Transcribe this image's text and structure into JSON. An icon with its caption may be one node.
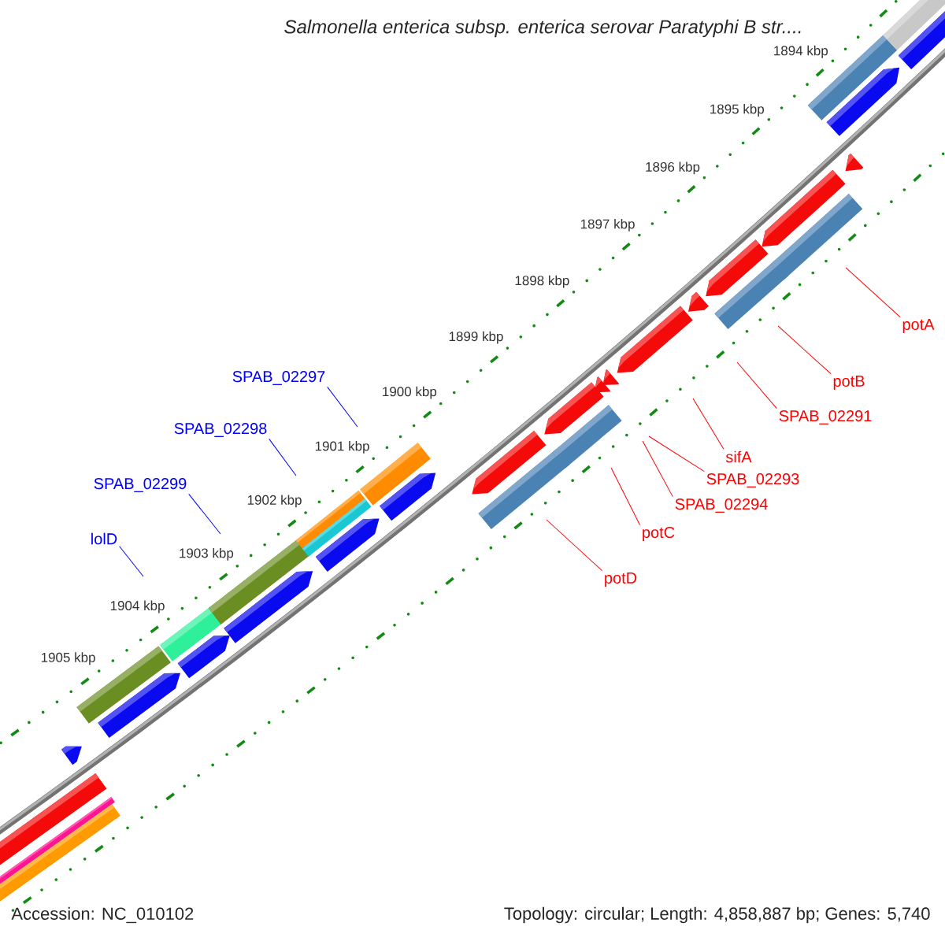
{
  "diagram": {
    "title": "Salmonella enterica subsp. enterica serovar Paratyphi B str....",
    "nodes": [
      {
        "text": [
          "SPAB_02297"
        ]
      },
      {
        "text": [
          "SPAB_02298"
        ]
      },
      {
        "text": [
          "SPAB_02299"
        ]
      },
      {
        "text": [
          "lolD"
        ]
      },
      {
        "text": [
          "potA"
        ]
      },
      {
        "text": [
          "potB"
        ]
      },
      {
        "text": [
          "SPAB_02291"
        ]
      },
      {
        "text": [
          "sifA"
        ]
      },
      {
        "text": [
          "SPAB_02293"
        ]
      },
      {
        "text": [
          "SPAB_02294"
        ]
      },
      {
        "text": [
          "potC"
        ]
      },
      {
        "text": [
          "potD"
        ]
      }
    ],
    "edges": [
      {
        "from": 0,
        "to": null,
        "arrow": "none",
        "color": "#0000ff"
      },
      {
        "from": 1,
        "to": null,
        "arrow": "none",
        "color": "#0000ff"
      },
      {
        "from": 2,
        "to": null,
        "arrow": "none",
        "color": "#0000ff"
      },
      {
        "from": 3,
        "to": null,
        "arrow": "none",
        "color": "#0000ff"
      },
      {
        "from": 4,
        "to": null,
        "arrow": "none"
      },
      {
        "from": 5,
        "to": null,
        "arrow": "none"
      },
      {
        "from": 6,
        "to": null,
        "arrow": "none"
      },
      {
        "from": 7,
        "to": null,
        "arrow": "none"
      },
      {
        "from": 8,
        "to": null,
        "arrow": "none"
      },
      {
        "from": 9,
        "to": null,
        "arrow": "none"
      },
      {
        "from": 10,
        "to": null,
        "arrow": "none"
      },
      {
        "from": 11,
        "to": null,
        "arrow": "none"
      }
    ],
    "labels": [
      "1894 kbp",
      "1895 kbp",
      "1896 kbp",
      "1897 kbp",
      "1898 kbp",
      "1899 kbp",
      "1900 kbp",
      "1901 kbp",
      "1902 kbp",
      "1903 kbp",
      "1904 kbp",
      "1905 kbp",
      "Accession: NC_010102",
      "Topology: circular; Length: 4,858,887 bp; Genes: 5,740"
    ]
  }
}
